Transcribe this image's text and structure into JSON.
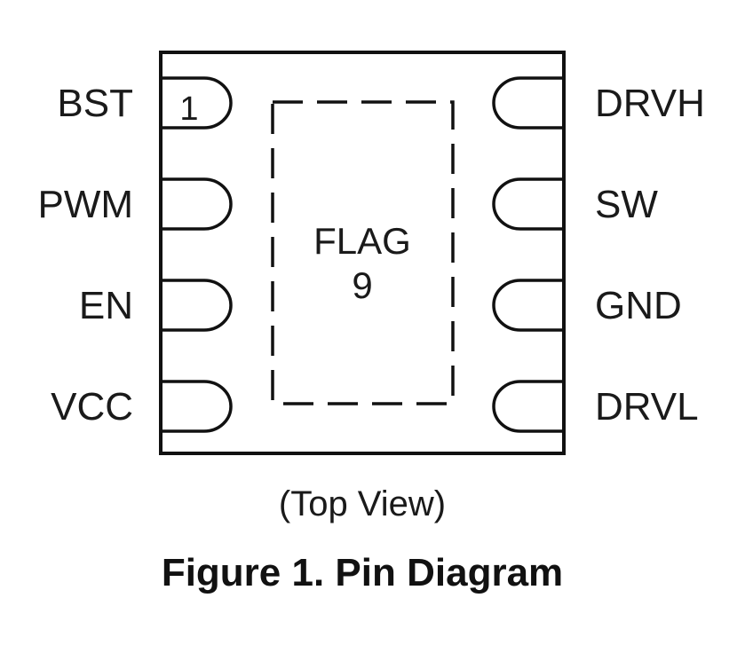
{
  "left_pins": [
    {
      "name": "BST",
      "number": "1"
    },
    {
      "name": "PWM"
    },
    {
      "name": "EN"
    },
    {
      "name": "VCC"
    }
  ],
  "right_pins": [
    {
      "name": "DRVH"
    },
    {
      "name": "SW"
    },
    {
      "name": "GND"
    },
    {
      "name": "DRVL"
    }
  ],
  "flag": {
    "label": "FLAG",
    "number": "9"
  },
  "view_label": "(Top View)",
  "caption": "Figure 1. Pin Diagram"
}
